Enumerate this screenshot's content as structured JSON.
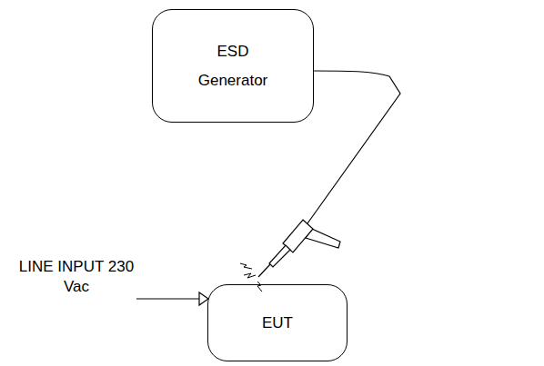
{
  "diagram": {
    "nodes": [
      {
        "text": [
          "ESD Generator"
        ]
      },
      {
        "text": [
          "EUT"
        ]
      }
    ],
    "edges": [],
    "labels": [
      "LINE INPUT 230 Vac"
    ]
  }
}
